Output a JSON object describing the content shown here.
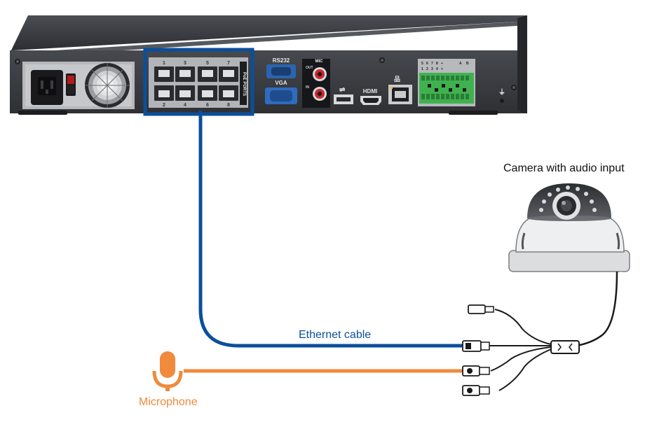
{
  "diagram": {
    "camera_label": "Camera with audio input",
    "ethernet_label": "Ethernet cable",
    "microphone_label": "Microphone",
    "colors": {
      "ethernet": "#0b4f9c",
      "microphone": "#f08a3c",
      "nvr_body": "#3a3d42",
      "nvr_top": "#2b2e33",
      "highlight_box": "#0b4f9c"
    }
  },
  "nvr": {
    "poe_label": "PoE PORTS",
    "poe_numbers_top": [
      "1",
      "3",
      "5",
      "7"
    ],
    "poe_numbers_bottom": [
      "2",
      "4",
      "6",
      "8"
    ],
    "rs232_label": "RS232",
    "vga_label": "VGA",
    "mic_label": "MIC",
    "mic_out_label": "OUT",
    "mic_in_label": "IN",
    "hdmi_label": "HDMI",
    "alarm_top_numbers": [
      "5",
      "6",
      "7",
      "8",
      "+"
    ],
    "alarm_bottom_numbers": [
      "1",
      "2",
      "3",
      "4",
      "+"
    ],
    "rs485_labels": [
      "A",
      "B"
    ]
  }
}
